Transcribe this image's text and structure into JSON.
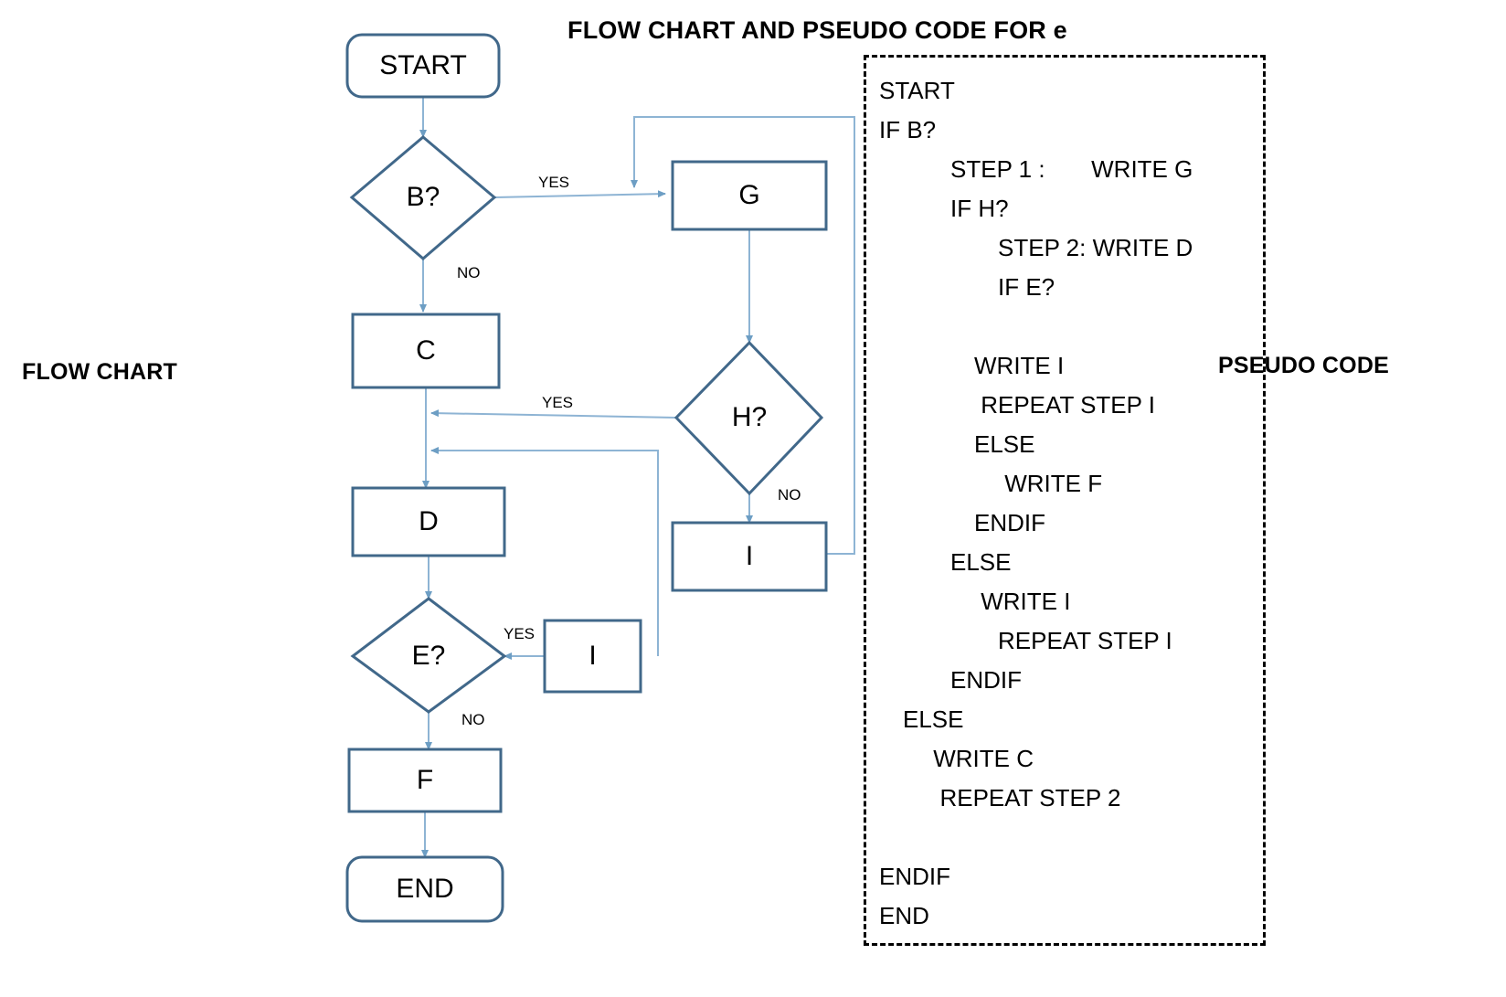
{
  "title": "FLOW CHART AND PSEUDO CODE FOR e",
  "labels": {
    "flowchart": "FLOW CHART",
    "pseudocode": "PSEUDO CODE"
  },
  "colors": {
    "shape_stroke": "#41688a",
    "shape_fill": "#ffffff",
    "connector": "#8eb4d4",
    "connector_dark": "#5b8db8",
    "text": "#000000",
    "panel_border": "#000000"
  },
  "flowchart": {
    "nodes": [
      {
        "id": "start",
        "label": "START",
        "shape": "terminator"
      },
      {
        "id": "b",
        "label": "B?",
        "shape": "decision"
      },
      {
        "id": "c",
        "label": "C",
        "shape": "process"
      },
      {
        "id": "d",
        "label": "D",
        "shape": "process"
      },
      {
        "id": "e",
        "label": "E?",
        "shape": "decision"
      },
      {
        "id": "f",
        "label": "F",
        "shape": "process"
      },
      {
        "id": "end",
        "label": "END",
        "shape": "terminator"
      },
      {
        "id": "g",
        "label": "G",
        "shape": "process"
      },
      {
        "id": "h",
        "label": "H?",
        "shape": "decision"
      },
      {
        "id": "i_right",
        "label": "I",
        "shape": "process"
      },
      {
        "id": "i_small",
        "label": "I",
        "shape": "process"
      }
    ],
    "edge_labels": [
      {
        "id": "b-yes",
        "text": "YES"
      },
      {
        "id": "b-no",
        "text": "NO"
      },
      {
        "id": "h-yes",
        "text": "YES"
      },
      {
        "id": "h-no",
        "text": "NO"
      },
      {
        "id": "e-yes",
        "text": "YES"
      },
      {
        "id": "e-no",
        "text": "NO"
      }
    ]
  },
  "pseudocode": {
    "lines": [
      {
        "indent": 0,
        "text": "START"
      },
      {
        "indent": 0,
        "text": "IF B?"
      },
      {
        "indent": 3,
        "text": "STEP 1 :       WRITE G"
      },
      {
        "indent": 3,
        "text": "IF H?"
      },
      {
        "indent": 5,
        "text": "STEP 2: WRITE D"
      },
      {
        "indent": 5,
        "text": "IF E?"
      },
      {
        "indent": 0,
        "text": ""
      },
      {
        "indent": 4,
        "text": "WRITE I"
      },
      {
        "indent": 4,
        "text": " REPEAT STEP I"
      },
      {
        "indent": 4,
        "text": "ELSE"
      },
      {
        "indent": 5,
        "text": " WRITE F"
      },
      {
        "indent": 4,
        "text": "ENDIF"
      },
      {
        "indent": 3,
        "text": "ELSE"
      },
      {
        "indent": 4,
        "text": " WRITE I"
      },
      {
        "indent": 5,
        "text": "REPEAT STEP I"
      },
      {
        "indent": 3,
        "text": "ENDIF"
      },
      {
        "indent": 1,
        "text": "ELSE"
      },
      {
        "indent": 2,
        "text": " WRITE C"
      },
      {
        "indent": 2,
        "text": "  REPEAT STEP 2"
      },
      {
        "indent": 0,
        "text": ""
      },
      {
        "indent": 0,
        "text": "ENDIF"
      },
      {
        "indent": 0,
        "text": "END"
      }
    ]
  }
}
